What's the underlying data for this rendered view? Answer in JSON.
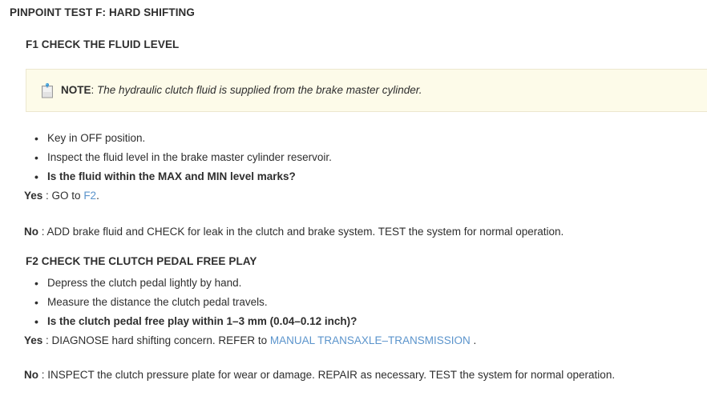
{
  "document": {
    "title": "PINPOINT TEST F: HARD SHIFTING"
  },
  "colors": {
    "link": "#5b94cc",
    "note_background": "#fdfbe9",
    "note_border": "#ece7cf",
    "text": "#2e2e2e",
    "page_background": "#ffffff"
  },
  "steps": [
    {
      "heading": "F1 CHECK THE FLUID LEVEL",
      "note": {
        "icon": "note-pin-icon",
        "label": "NOTE",
        "separator": ":",
        "text": "The hydraulic clutch fluid is supplied from the brake master cylinder."
      },
      "bullets": [
        {
          "text": "Key in OFF position.",
          "bold": false
        },
        {
          "text": "Inspect the fluid level in the brake master cylinder reservoir.",
          "bold": false
        },
        {
          "text": "Is the fluid within the MAX and MIN level marks?",
          "bold": true
        }
      ],
      "answers": [
        {
          "key": "Yes",
          "separator": " : ",
          "before": "GO to ",
          "link": "F2",
          "after": "."
        },
        {
          "key": "No",
          "separator": " : ",
          "before": "ADD brake fluid and CHECK for leak in the clutch and brake system. TEST the system for normal operation.",
          "link": "",
          "after": ""
        }
      ]
    },
    {
      "heading": "F2 CHECK THE CLUTCH PEDAL FREE PLAY",
      "bullets": [
        {
          "text": "Depress the clutch pedal lightly by hand.",
          "bold": false
        },
        {
          "text": "Measure the distance the clutch pedal travels.",
          "bold": false
        },
        {
          "text": "Is the clutch pedal free play within 1–3 mm (0.04–0.12 inch)?",
          "bold": true
        }
      ],
      "answers": [
        {
          "key": "Yes",
          "separator": " : ",
          "before": "DIAGNOSE hard shifting concern. REFER to ",
          "link": "MANUAL TRANSAXLE–TRANSMISSION",
          "after": " ."
        },
        {
          "key": "No",
          "separator": " : ",
          "before": "INSPECT the clutch pressure plate for wear or damage. REPAIR as necessary. TEST the system for normal operation.",
          "link": "",
          "after": ""
        }
      ]
    }
  ]
}
